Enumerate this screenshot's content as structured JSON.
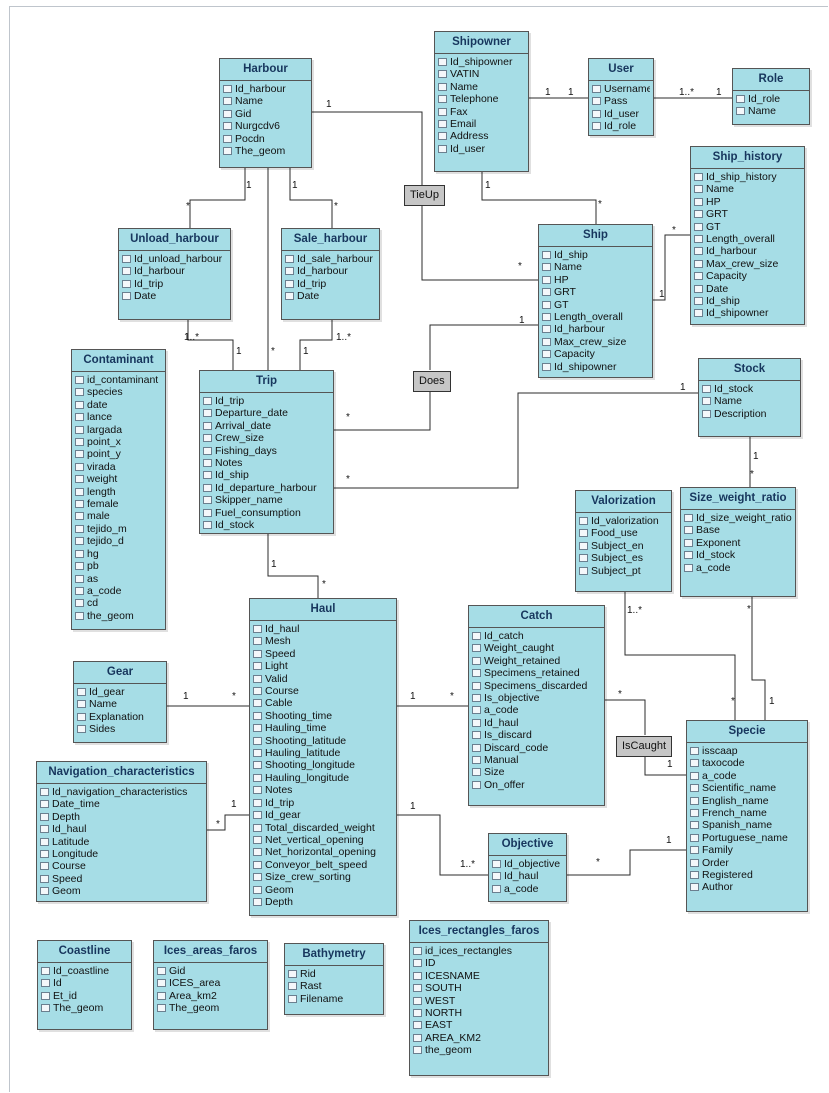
{
  "entities": {
    "shipowner": {
      "title": "Shipowner",
      "fields": [
        "Id_shipowner",
        "VATIN",
        "Name",
        "Telephone",
        "Fax",
        "Email",
        "Address",
        "Id_user"
      ]
    },
    "user": {
      "title": "User",
      "fields": [
        "Username",
        "Pass",
        "Id_user",
        "Id_role"
      ]
    },
    "role": {
      "title": "Role",
      "fields": [
        "Id_role",
        "Name"
      ]
    },
    "harbour": {
      "title": "Harbour",
      "fields": [
        "Id_harbour",
        "Name",
        "Gid",
        "Nurgcdv6",
        "Pocdn",
        "The_geom"
      ]
    },
    "ship_history": {
      "title": "Ship_history",
      "fields": [
        "Id_ship_history",
        "Name",
        "HP",
        "GRT",
        "GT",
        "Length_overall",
        "Id_harbour",
        "Max_crew_size",
        "Capacity",
        "Date",
        "Id_ship",
        "Id_shipowner"
      ]
    },
    "unload_harbour": {
      "title": "Unload_harbour",
      "fields": [
        "Id_unload_harbour",
        "Id_harbour",
        "Id_trip",
        "Date"
      ]
    },
    "sale_harbour": {
      "title": "Sale_harbour",
      "fields": [
        "Id_sale_harbour",
        "Id_harbour",
        "Id_trip",
        "Date"
      ]
    },
    "ship": {
      "title": "Ship",
      "fields": [
        "Id_ship",
        "Name",
        "HP",
        "GRT",
        "GT",
        "Length_overall",
        "Id_harbour",
        "Max_crew_size",
        "Capacity",
        "Id_shipowner"
      ]
    },
    "contaminant": {
      "title": "Contaminant",
      "fields": [
        "id_contaminant",
        "species",
        "date",
        "lance",
        "largada",
        "point_x",
        "point_y",
        "virada",
        "weight",
        "length",
        "female",
        "male",
        "tejido_m",
        "tejido_d",
        "hg",
        "pb",
        "as",
        "a_code",
        "cd",
        "the_geom"
      ]
    },
    "trip": {
      "title": "Trip",
      "fields": [
        "Id_trip",
        "Departure_date",
        "Arrival_date",
        "Crew_size",
        "Fishing_days",
        "Notes",
        "Id_ship",
        "Id_departure_harbour",
        "Skipper_name",
        "Fuel_consumption",
        "Id_stock"
      ]
    },
    "stock": {
      "title": "Stock",
      "fields": [
        "Id_stock",
        "Name",
        "Description"
      ]
    },
    "valorization": {
      "title": "Valorization",
      "fields": [
        "Id_valorization",
        "Food_use",
        "Subject_en",
        "Subject_es",
        "Subject_pt"
      ]
    },
    "size_weight_ratio": {
      "title": "Size_weight_ratio",
      "fields": [
        "Id_size_weight_ratio",
        "Base",
        "Exponent",
        "Id_stock",
        "a_code"
      ]
    },
    "haul": {
      "title": "Haul",
      "fields": [
        "Id_haul",
        "Mesh",
        "Speed",
        "Light",
        "Valid",
        "Course",
        "Cable",
        "Shooting_time",
        "Hauling_time",
        "Shooting_latitude",
        "Hauling_latitude",
        "Shooting_longitude",
        "Hauling_longitude",
        "Notes",
        "Id_trip",
        "Id_gear",
        "Total_discarded_weight",
        "Net_vertical_opening",
        "Net_horizontal_opening",
        "Conveyor_belt_speed",
        "Size_crew_sorting",
        "Geom",
        "Depth"
      ]
    },
    "catch": {
      "title": "Catch",
      "fields": [
        "Id_catch",
        "Weight_caught",
        "Weight_retained",
        "Specimens_retained",
        "Specimens_discarded",
        "Is_objective",
        "a_code",
        "Id_haul",
        "Is_discard",
        "Discard_code",
        "Manual",
        "Size",
        "On_offer"
      ]
    },
    "gear": {
      "title": "Gear",
      "fields": [
        "Id_gear",
        "Name",
        "Explanation",
        "Sides"
      ]
    },
    "navigation_characteristics": {
      "title": "Navigation_characteristics",
      "fields": [
        "Id_navigation_characteristics",
        "Date_time",
        "Depth",
        "Id_haul",
        "Latitude",
        "Longitude",
        "Course",
        "Speed",
        "Geom"
      ]
    },
    "specie": {
      "title": "Specie",
      "fields": [
        "isscaap",
        "taxocode",
        "a_code",
        "Scientific_name",
        "English_name",
        "French_name",
        "Spanish_name",
        "Portuguese_name",
        "Family",
        "Order",
        "Registered",
        "Author"
      ]
    },
    "objective": {
      "title": "Objective",
      "fields": [
        "Id_objective",
        "Id_haul",
        "a_code"
      ]
    },
    "coastline": {
      "title": "Coastline",
      "fields": [
        "Id_coastline",
        "Id",
        "Et_id",
        "The_geom"
      ]
    },
    "ices_areas_faros": {
      "title": "Ices_areas_faros",
      "fields": [
        "Gid",
        "ICES_area",
        "Area_km2",
        "The_geom"
      ]
    },
    "bathymetry": {
      "title": "Bathymetry",
      "fields": [
        "Rid",
        "Rast",
        "Filename"
      ]
    },
    "ices_rectangles_faros": {
      "title": "Ices_rectangles_faros",
      "fields": [
        "id_ices_rectangles",
        "ID",
        "ICESNAME",
        "SOUTH",
        "WEST",
        "NORTH",
        "EAST",
        "AREA_KM2",
        "the_geom"
      ]
    }
  },
  "relationships": {
    "tieup": "TieUp",
    "does": "Does",
    "iscaught": "IsCaught"
  },
  "multiplicities": {
    "m_harbour_shipowner_1": "1",
    "m_shipowner_user_1": "1",
    "m_user_shipowner_1": "1",
    "m_user_role_many": "1..*",
    "m_role_user_1": "1",
    "m_shipowner_ship_1": "1",
    "m_ship_shipowner_many": "*",
    "m_tieup_ship_many": "*",
    "m_harbour_unload_1": "1",
    "m_unload_harbour_many": "*",
    "m_harbour_sale_1": "1",
    "m_sale_harbour_many": "*",
    "m_shiphistory_ship_many": "*",
    "m_ship_shiphistory_1": "1",
    "m_unload_trip_many": "1..*",
    "m_trip_unload_1": "1",
    "m_harbour_trip_many": "*",
    "m_sale_trip_many": "1..*",
    "m_trip_sale_1": "1",
    "m_ship_does_1": "1",
    "m_trip_does_many": "*",
    "m_stock_trip_1": "1",
    "m_trip_stock_many": "*",
    "m_stock_swr_1": "1",
    "m_swr_stock_many": "*",
    "m_trip_haul_1": "1",
    "m_haul_trip_many": "*",
    "m_valorization_specie_many": "1..*",
    "m_gear_haul_1": "1",
    "m_haul_gear_many": "*",
    "m_haul_catch_1": "1",
    "m_catch_haul_many": "*",
    "m_swr_specie_many": "*",
    "m_catch_specie_many": "*",
    "m_specie_valorization_many": "*",
    "m_specie_swr_1": "1",
    "m_iscaught_specie_1": "1",
    "m_nav_haul_many": "*",
    "m_haul_nav_1": "1",
    "m_haul_objective_1": "1",
    "m_objective_haul_many": "1..*",
    "m_objective_specie_many": "*",
    "m_specie_objective_1": "1"
  }
}
